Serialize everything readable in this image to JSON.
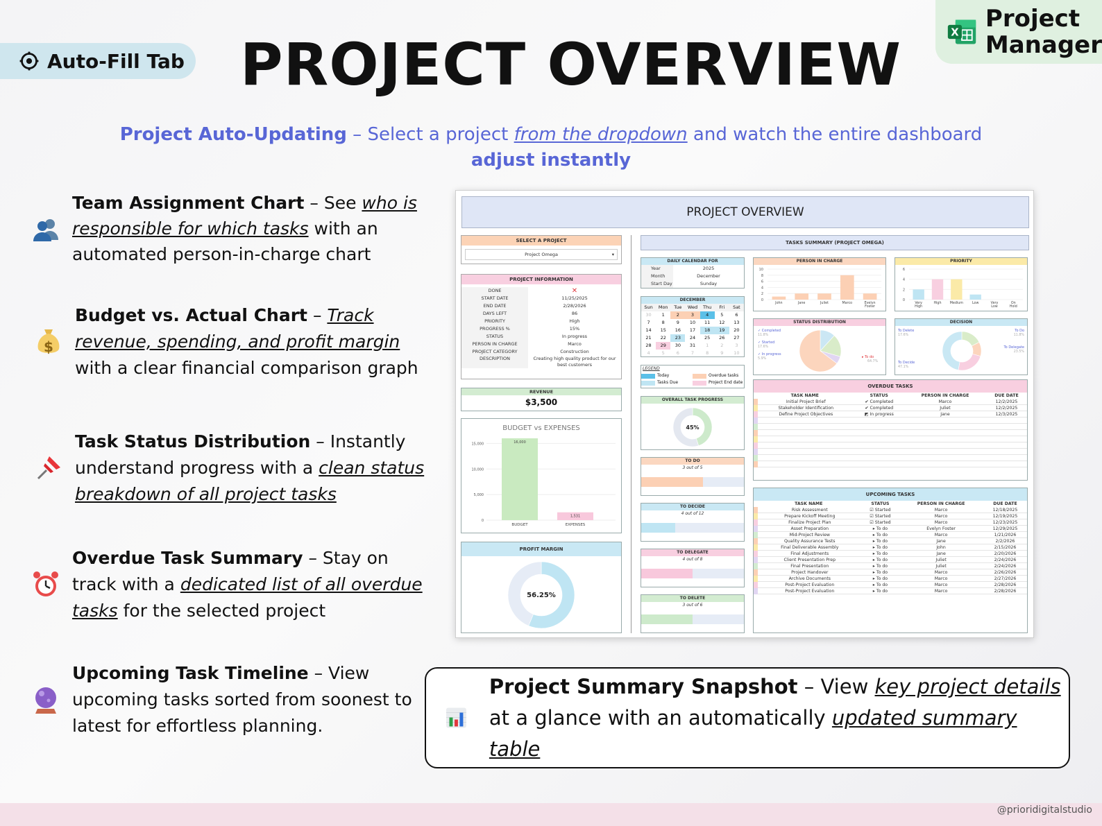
{
  "header": {
    "autofill_label": "Auto-Fill Tab",
    "title": "PROJECT OVERVIEW",
    "brand_line1": "Project",
    "brand_line2": "Manager"
  },
  "subtitle": {
    "bold_lead": "Project Auto-Updating",
    "dash": " – Select a project ",
    "link": "from the dropdown",
    "rest": " and watch the entire dashboard",
    "line2": "adjust instantly"
  },
  "features": [
    {
      "icon": "people-icon",
      "head": "Team Assignment Chart",
      "pre": " – See ",
      "link": "who is responsible for which tasks",
      "post": " with an automated person-in-charge chart"
    },
    {
      "icon": "money-bag-icon",
      "head": "Budget vs. Actual Chart",
      "pre": " – ",
      "link": "Track revenue, spending, and profit margin",
      "post": " with a clear financial comparison graph"
    },
    {
      "icon": "pushpin-icon",
      "head": "Task Status Distribution",
      "pre": " – Instantly understand progress with a ",
      "link": "clean status breakdown of all project tasks",
      "post": ""
    },
    {
      "icon": "alarm-clock-icon",
      "head": "Overdue Task Summary",
      "pre": " – Stay on track with a ",
      "link": "dedicated list of all overdue tasks",
      "post": " for the selected project"
    },
    {
      "icon": "crystal-ball-icon",
      "head": "Upcoming Task Timeline",
      "pre": " – View upcoming tasks sorted from soonest to latest for effortless planning.",
      "link": "",
      "post": ""
    }
  ],
  "dashboard": {
    "title": "PROJECT OVERVIEW",
    "select_project_label": "SELECT A PROJECT",
    "selected_project": "Project Omega",
    "project_info_label": "PROJECT INFORMATION",
    "info_rows": [
      {
        "k": "DONE",
        "v": "✕"
      },
      {
        "k": "START DATE",
        "v": "11/25/2025"
      },
      {
        "k": "END DATE",
        "v": "2/28/2026"
      },
      {
        "k": "DAYS LEFT",
        "v": "86"
      },
      {
        "k": "PRIORITY",
        "v": "High"
      },
      {
        "k": "PROGRESS %",
        "v": "15%"
      },
      {
        "k": "STATUS",
        "v": "In progress"
      },
      {
        "k": "PERSON IN CHARGE",
        "v": "Marco"
      },
      {
        "k": "PROJECT CATEGORY",
        "v": "Construction"
      },
      {
        "k": "DESCRIPTION",
        "v": "Creating high quality product for our best customers"
      }
    ],
    "revenue_label": "REVENUE",
    "revenue_value": "$3,500",
    "budget_chart_title": "BUDGET vs EXPENSES",
    "profit_margin_label": "PROFIT MARGIN",
    "profit_margin_value": "56.25%",
    "tasks_summary_label": "TASKS SUMMARY (PROJECT OMEGA)",
    "daily_calendar_label": "DAILY CALENDAR FOR",
    "cal_fields": [
      {
        "k": "Year",
        "v": "2025"
      },
      {
        "k": "Month",
        "v": "December"
      },
      {
        "k": "Start Day",
        "v": "Sunday"
      }
    ],
    "month_label": "DECEMBER",
    "weekdays": [
      "Sun",
      "Mon",
      "Tue",
      "Wed",
      "Thu",
      "Fri",
      "Sat"
    ],
    "days": [
      "30",
      "1",
      "2",
      "3",
      "4",
      "5",
      "6",
      "7",
      "8",
      "9",
      "10",
      "11",
      "12",
      "13",
      "14",
      "15",
      "16",
      "17",
      "18",
      "19",
      "20",
      "21",
      "22",
      "23",
      "24",
      "25",
      "26",
      "27",
      "28",
      "29",
      "30",
      "31",
      "1",
      "2",
      "3",
      "4",
      "5",
      "6",
      "7",
      "8",
      "9",
      "10"
    ],
    "legend_label": "LEGEND",
    "legend_items": [
      "Today",
      "Overdue tasks",
      "Tasks Due",
      "Project End date"
    ],
    "overall_progress_label": "OVERALL TASK PROGRESS",
    "overall_progress_value": "45%",
    "overall_progress_fraction": 0.45,
    "mini_bars": [
      {
        "label": "TO DO",
        "text": "3 out of 5",
        "fraction": 0.6,
        "color": "#fcd0b4",
        "head": "#fbd7c0"
      },
      {
        "label": "TO DECIDE",
        "text": "4 out of 12",
        "fraction": 0.33,
        "color": "#bfe5f3",
        "head": "#c9e8f4"
      },
      {
        "label": "TO DELEGATE",
        "text": "4 out of 8",
        "fraction": 0.5,
        "color": "#f8c8dc",
        "head": "#f8cfe0"
      },
      {
        "label": "TO DELETE",
        "text": "3 out of 6",
        "fraction": 0.5,
        "color": "#cdeacb",
        "head": "#d3ecd1"
      }
    ],
    "person_chart_label": "PERSON IN CHARGE",
    "person_names": [
      "John",
      "Jane",
      "Juliet",
      "Marco",
      "Evelyn Foster"
    ],
    "person_values": [
      1,
      2,
      2,
      8,
      2
    ],
    "person_yticks": [
      "10",
      "8",
      "6",
      "4",
      "2",
      "0"
    ],
    "priority_chart_label": "PRIORITY",
    "priority_names": [
      "Very High",
      "High",
      "Medium",
      "Low",
      "Very Low",
      "On Hold"
    ],
    "priority_values": [
      2,
      4,
      4,
      1,
      0,
      0
    ],
    "priority_yticks": [
      "6",
      "4",
      "2",
      "0"
    ],
    "status_dist_label": "STATUS DISTRIBUTION",
    "status_items": [
      {
        "name": "Completed",
        "pct": "11.8%",
        "value": 11.8,
        "color": "#cbe7f4"
      },
      {
        "name": "Started",
        "pct": "17.6%",
        "value": 17.6,
        "color": "#d9ecc9"
      },
      {
        "name": "In progress",
        "pct": "5.9%",
        "value": 5.9,
        "color": "#e1d6f2"
      },
      {
        "name": "To do",
        "pct": "64.7%",
        "value": 64.7,
        "color": "#fcd5bd"
      }
    ],
    "decision_label": "DECISION",
    "decision_items": [
      {
        "name": "To Delete",
        "pct": "17.6%",
        "value": 17.6,
        "color": "#d9ecc9"
      },
      {
        "name": "To Do",
        "pct": "11.8%",
        "value": 11.8,
        "color": "#fcd5bd"
      },
      {
        "name": "To Delegate",
        "pct": "23.5%",
        "value": 23.5,
        "color": "#f8cfe0"
      },
      {
        "name": "To Decide",
        "pct": "47.1%",
        "value": 47.1,
        "color": "#c9e8f4"
      }
    ],
    "overdue_label": "OVERDUE TASKS",
    "table_cols": [
      "TASK NAME",
      "STATUS",
      "PERSON IN CHARGE",
      "DUE DATE"
    ],
    "overdue_rows": [
      {
        "task": "Initial Project Brief",
        "status": "Completed",
        "person": "Marco",
        "due": "12/2/2025"
      },
      {
        "task": "Stakeholder Identification",
        "status": "Completed",
        "person": "Juliet",
        "due": "12/2/2025"
      },
      {
        "task": "Define Project Objectives",
        "status": "In progress",
        "person": "Jane",
        "due": "12/3/2025"
      }
    ],
    "upcoming_label": "UPCOMING TASKS",
    "upcoming_rows": [
      {
        "task": "Risk Assessment",
        "status": "Started",
        "person": "Marco",
        "due": "12/18/2025"
      },
      {
        "task": "Prepare Kickoff Meeting",
        "status": "Started",
        "person": "Marco",
        "due": "12/19/2025"
      },
      {
        "task": "Finalize Project Plan",
        "status": "Started",
        "person": "Marco",
        "due": "12/23/2025"
      },
      {
        "task": "Asset Preparation",
        "status": "To do",
        "person": "Evelyn Foster",
        "due": "12/29/2025"
      },
      {
        "task": "Mid-Project Review",
        "status": "To do",
        "person": "Marco",
        "due": "1/21/2026"
      },
      {
        "task": "Quality Assurance Tests",
        "status": "To do",
        "person": "Jane",
        "due": "2/2/2026"
      },
      {
        "task": "Final Deliverable Assembly",
        "status": "To do",
        "person": "John",
        "due": "2/15/2026"
      },
      {
        "task": "Final Adjustments",
        "status": "To do",
        "person": "Jane",
        "due": "2/20/2026"
      },
      {
        "task": "Client Presentation Prep",
        "status": "To do",
        "person": "Juliet",
        "due": "2/24/2026"
      },
      {
        "task": "Final Presentation",
        "status": "To do",
        "person": "Juliet",
        "due": "2/24/2026"
      },
      {
        "task": "Project Handover",
        "status": "To do",
        "person": "Marco",
        "due": "2/26/2026"
      },
      {
        "task": "Archive Documents",
        "status": "To do",
        "person": "Marco",
        "due": "2/27/2026"
      },
      {
        "task": "Post-Project Evaluation",
        "status": "To do",
        "person": "Marco",
        "due": "2/28/2026"
      },
      {
        "task": "Post-Project Evaluation",
        "status": "To do",
        "person": "Marco",
        "due": "2/28/2026"
      }
    ]
  },
  "chart_data": {
    "type": "bar",
    "title": "BUDGET vs EXPENSES",
    "categories": [
      "BUDGET",
      "EXPENSES"
    ],
    "values": [
      16000,
      1531
    ],
    "value_labels": [
      "16,000",
      "1,531"
    ],
    "yticks": [
      "15,000",
      "10,000",
      "5,000",
      "0"
    ],
    "ylim": [
      0,
      16000
    ],
    "colors": [
      "#c9eac0",
      "#f8c8dc"
    ]
  },
  "snapshot": {
    "head": "Project Summary Snapshot",
    "pre": " – View ",
    "link1": "key project details",
    "mid": " at a glance with an automatically ",
    "link2": "updated summary table"
  },
  "watermark": "@prioridigitalstudio"
}
